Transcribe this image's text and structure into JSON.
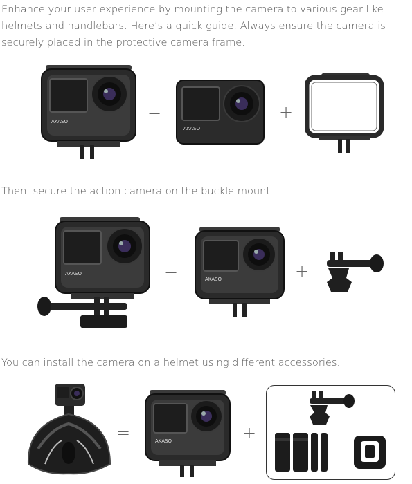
{
  "paragraphs": {
    "intro": "Enhance your user experience by mounting the camera to various gear like helmets and handlebars. Here’s a quick guide. Always ensure the camera is securely placed in the protective camera frame.",
    "buckle": "Then, secure the action camera on the buckle mount.",
    "helmet": "You can install the camera on a helmet using different accessories."
  },
  "symbols": {
    "equals": "=",
    "plus": "+"
  },
  "camera": {
    "brand": "AKASO"
  },
  "colors": {
    "text": "#585858",
    "body": "#2b2b2b",
    "panelBorder": "#333333"
  }
}
